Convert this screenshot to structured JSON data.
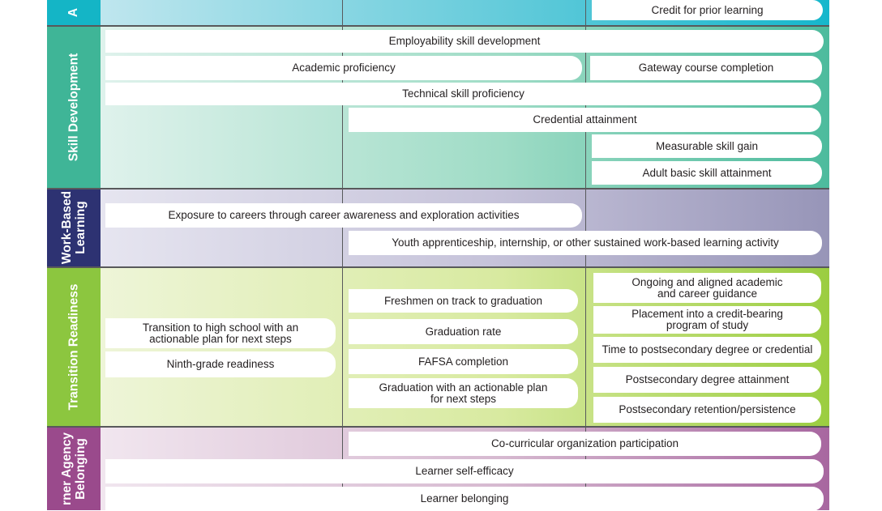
{
  "bands": {
    "top": {
      "label": "A",
      "items": [
        "Credit for prior learning"
      ]
    },
    "skill_development": {
      "label": "Skill Development",
      "items": [
        "Employability skill development",
        "Academic proficiency",
        "Gateway course completion",
        "Technical skill proficiency",
        "Credential attainment",
        "Measurable skill gain",
        "Adult basic skill attainment"
      ]
    },
    "work_based_learning": {
      "label": "Work-Based\nLearning",
      "items": [
        "Exposure to careers through career awareness and exploration activities",
        "Youth apprenticeship, internship, or other sustained work-based learning activity"
      ]
    },
    "transition_readiness": {
      "label": "Transition Readiness",
      "items": [
        "Transition to high school with an\nactionable plan for next steps",
        "Ninth-grade readiness",
        "Freshmen on track to graduation",
        "Graduation rate",
        "FAFSA completion",
        "Graduation with an actionable plan\nfor next steps",
        "Ongoing and aligned academic\nand career guidance",
        "Placement into a credit-bearing\nprogram of study",
        "Time to postsecondary degree or credential",
        "Postsecondary degree attainment",
        "Postsecondary retention/persistence"
      ]
    },
    "learner_agency": {
      "label": "rner Agency\nBelonging",
      "items": [
        "Co-curricular organization participation",
        "Learner self-efficacy",
        "Learner belonging"
      ]
    }
  },
  "colors": {
    "teal": "#14b5c6",
    "green": "#3fb597",
    "navy": "#2d3272",
    "lime": "#8cc63f",
    "purple": "#9a4a8c",
    "divider": "#58595b"
  }
}
